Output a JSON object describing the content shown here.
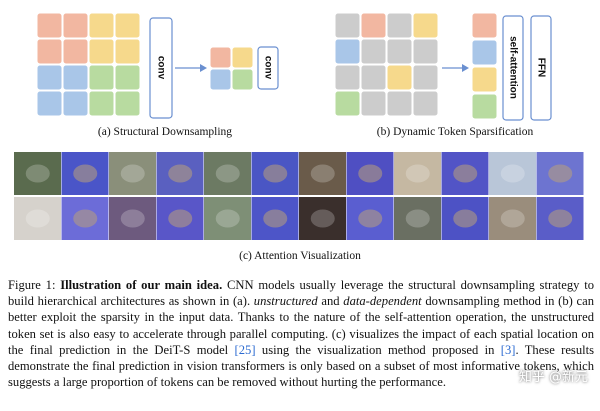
{
  "panel_a": {
    "caption": "(a) Structural Downsampling",
    "conv_label": "conv",
    "conv_label_2": "conv",
    "grid_colors": [
      "#f2b7a1",
      "#f2b7a1",
      "#f6d98c",
      "#f6d98c",
      "#f2b7a1",
      "#f2b7a1",
      "#f6d98c",
      "#f6d98c",
      "#a9c6e8",
      "#a9c6e8",
      "#b8dba0",
      "#b8dba0",
      "#a9c6e8",
      "#a9c6e8",
      "#b8dba0",
      "#b8dba0"
    ],
    "small_grid_colors": [
      "#f2b7a1",
      "#f6d98c",
      "#a9c6e8",
      "#b8dba0"
    ]
  },
  "panel_b": {
    "caption": "(b) Dynamic Token Sparsification",
    "attn_label": "self-attention",
    "ffn_label": "FFN",
    "grid_colors": [
      "#cccccc",
      "#f2b7a1",
      "#cccccc",
      "#f6d98c",
      "#a9c6e8",
      "#cccccc",
      "#cccccc",
      "#cccccc",
      "#cccccc",
      "#cccccc",
      "#f6d98c",
      "#cccccc",
      "#b8dba0",
      "#cccccc",
      "#cccccc",
      "#cccccc"
    ],
    "token_colors": [
      "#f2b7a1",
      "#a9c6e8",
      "#f6d98c",
      "#b8dba0"
    ]
  },
  "panel_c": {
    "caption": "(c) Attention Visualization",
    "thumb_colors_top": [
      "#5a6b4e",
      "#4a55c8",
      "#8a8f7a",
      "#5a60c0",
      "#6c7a63",
      "#4a56c4",
      "#6a5b4a",
      "#4f4fc2",
      "#c5b8a2",
      "#5254c6",
      "#b9c6d8",
      "#6d74d0"
    ],
    "thumb_colors_bottom": [
      "#d6d2cc",
      "#6c6cd8",
      "#6d5a7e",
      "#5956c8",
      "#7e8f76",
      "#4d55c8",
      "#3a2f2c",
      "#5a5ed0",
      "#6a6f62",
      "#4d52c5",
      "#9a8d7c",
      "#5a5dc8"
    ]
  },
  "figure": {
    "label": "Figure 1:",
    "title": "Illustration of our main idea.",
    "p1": "CNN models usually leverage the structural downsampling strategy to build hierarchical architectures as shown in (a).",
    "em1": "unstructured",
    "and": "and",
    "em2": "data-dependent",
    "p2": "downsampling method in (b) can better exploit the sparsity in the input data. Thanks to the nature of the self-attention operation, the unstructured token set is also easy to accelerate through parallel computing. (c) visualizes the impact of each spatial location on the final prediction in the DeiT-S model",
    "ref1": "[25]",
    "p3": "using the visualization method proposed in",
    "ref2": "[3]",
    "p4": ". These results demonstrate the final prediction in vision transformers is only based on a subset of most informative tokens, which suggests a large proportion of tokens can be removed without hurting the performance."
  },
  "watermark": "知乎 @新元"
}
